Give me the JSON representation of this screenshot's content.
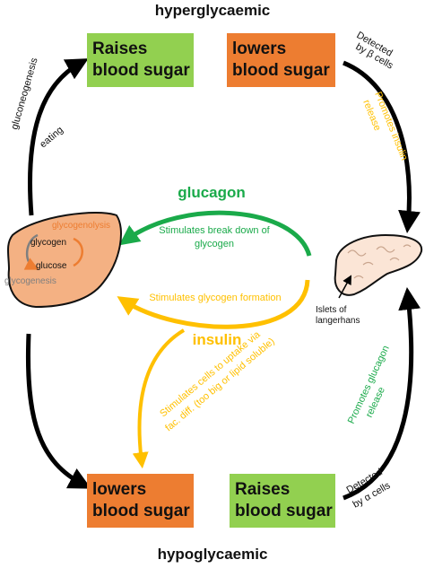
{
  "title_top": "hyperglycaemic",
  "title_bottom": "hypoglycaemic",
  "boxes": {
    "top_left": {
      "line1": "Raises",
      "line2": "blood sugar",
      "color": "#92d050"
    },
    "top_right": {
      "line1": "lowers",
      "line2": "blood sugar",
      "color": "#ed7d31"
    },
    "bottom_left": {
      "line1": "lowers",
      "line2": "blood sugar",
      "color": "#ed7d31"
    },
    "bottom_right": {
      "line1": "Raises",
      "line2": "blood sugar",
      "color": "#92d050"
    }
  },
  "labels": {
    "gluconeogenesis": "gluconeogenesis",
    "eating": "eating",
    "detected_beta_1": "Detected",
    "detected_beta_2": "by β cells",
    "promotes_insulin_1": "Promotes insulin",
    "promotes_insulin_2": "release",
    "glucagon": "glucagon",
    "glucagon_effect_1": "Stimulates break down of",
    "glucagon_effect_2": "glycogen",
    "insulin_glycogen": "Stimulates glycogen formation",
    "insulin": "insulin",
    "insulin_uptake_1": "Stimulates cells to uptake via",
    "insulin_uptake_2": "fac. diff. (too big or lipid soluble)",
    "glycogenolysis": "glycogenolysis",
    "glycogen": "glycogen",
    "glucose": "glucose",
    "glycogenesis": "glycogenesis",
    "islets_1": "Islets of",
    "islets_2": "langerhans",
    "promotes_glucagon_1": "Promotes glucagon",
    "promotes_glucagon_2": "release",
    "detected_alpha_1": "Detected",
    "detected_alpha_2": "by α cells"
  },
  "colors": {
    "green": "#1aaa4a",
    "yellow": "#ffc000",
    "orange": "#ed7d31",
    "liver_fill": "#f4b183",
    "pancreas_fill": "#fbe5d6",
    "gray": "#7f7f7f"
  },
  "icons": [
    "liver-icon",
    "pancreas-icon"
  ]
}
